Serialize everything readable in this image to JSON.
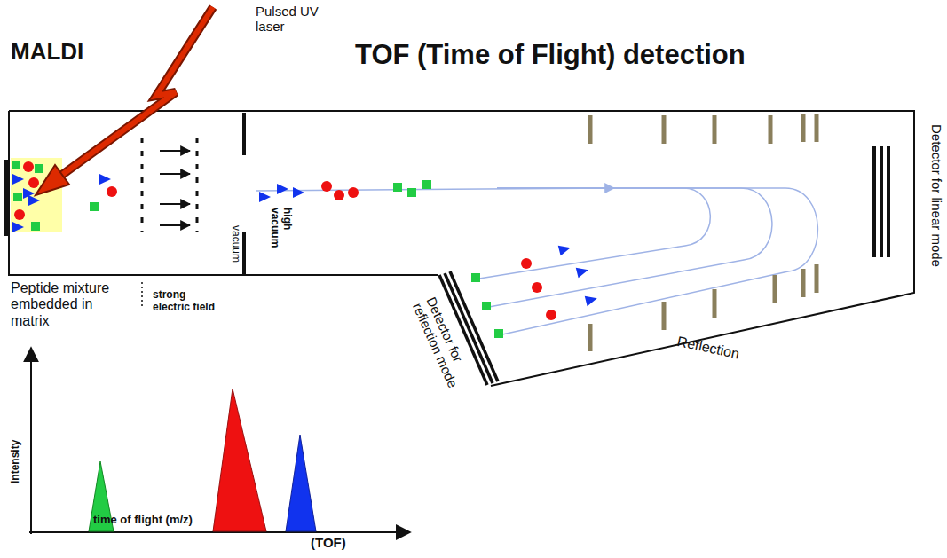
{
  "diagram": {
    "labels": [
      "Pulsed UV laser",
      "MALDI",
      "TOF (Time of Flight) detection",
      "Detector for linear mode",
      "vacuum",
      "high vacuum",
      "Peptide mixture embedded in matrix",
      "strong electric field",
      "Detector for reflection mode",
      "Reflection",
      "Intensity",
      "time of flight (m/z)",
      "(TOF)"
    ]
  }
}
